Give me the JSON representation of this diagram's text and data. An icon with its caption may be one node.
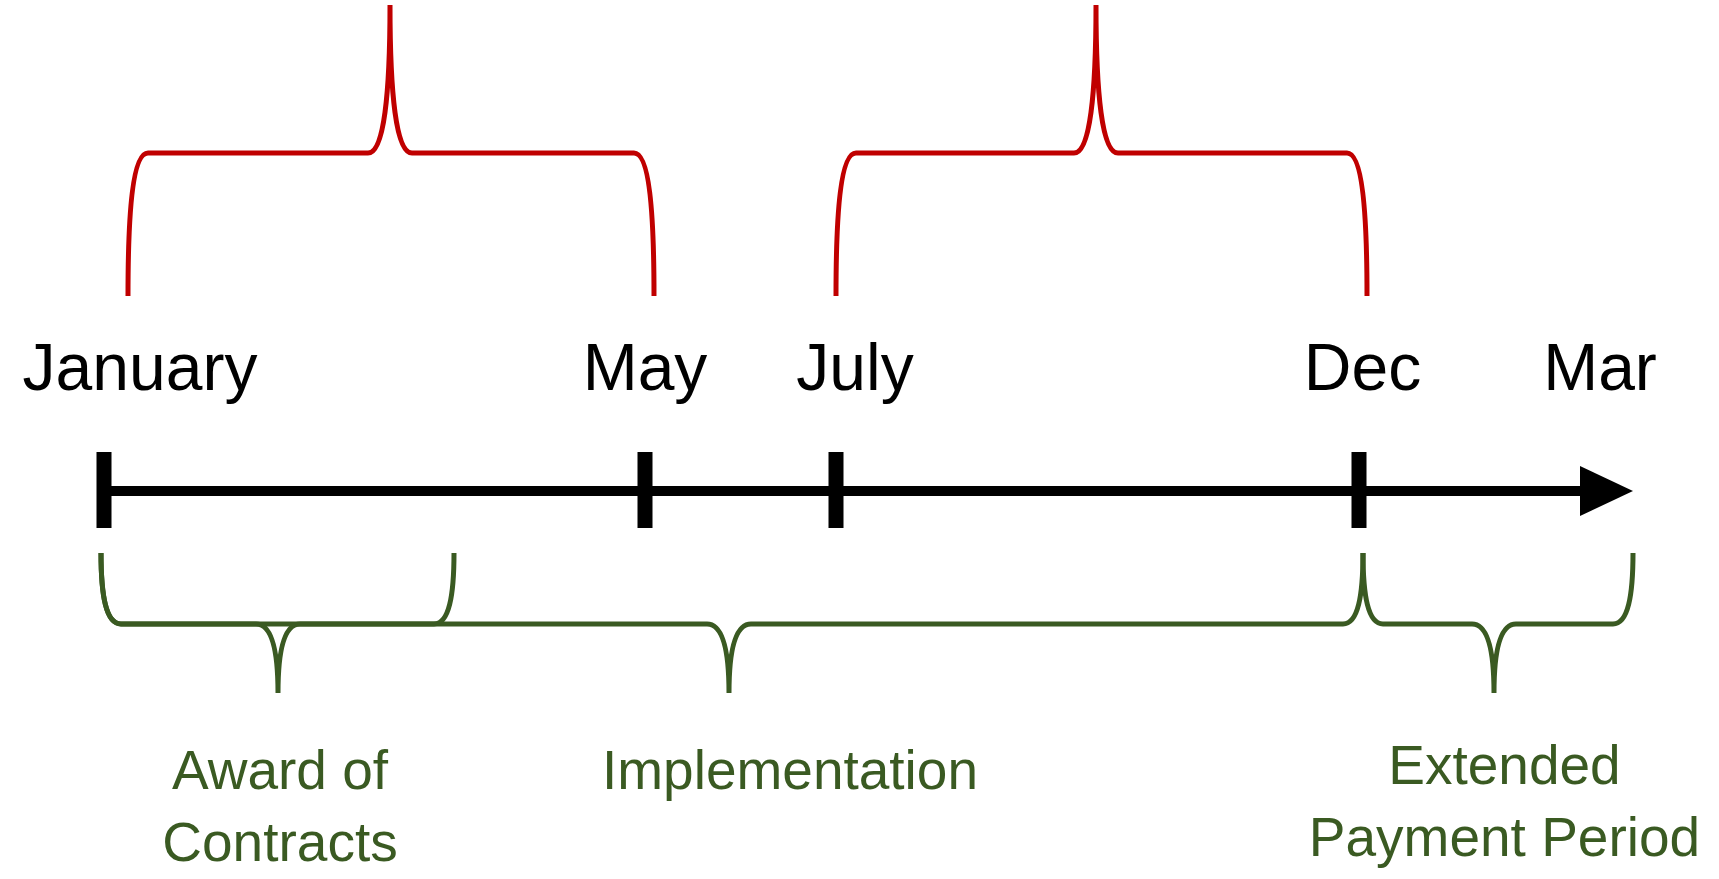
{
  "diagram": {
    "labels": [
      "January",
      "May",
      "July",
      "Dec",
      "Mar",
      "Award of Contracts",
      "Implementation",
      "Extended Payment Period"
    ]
  }
}
